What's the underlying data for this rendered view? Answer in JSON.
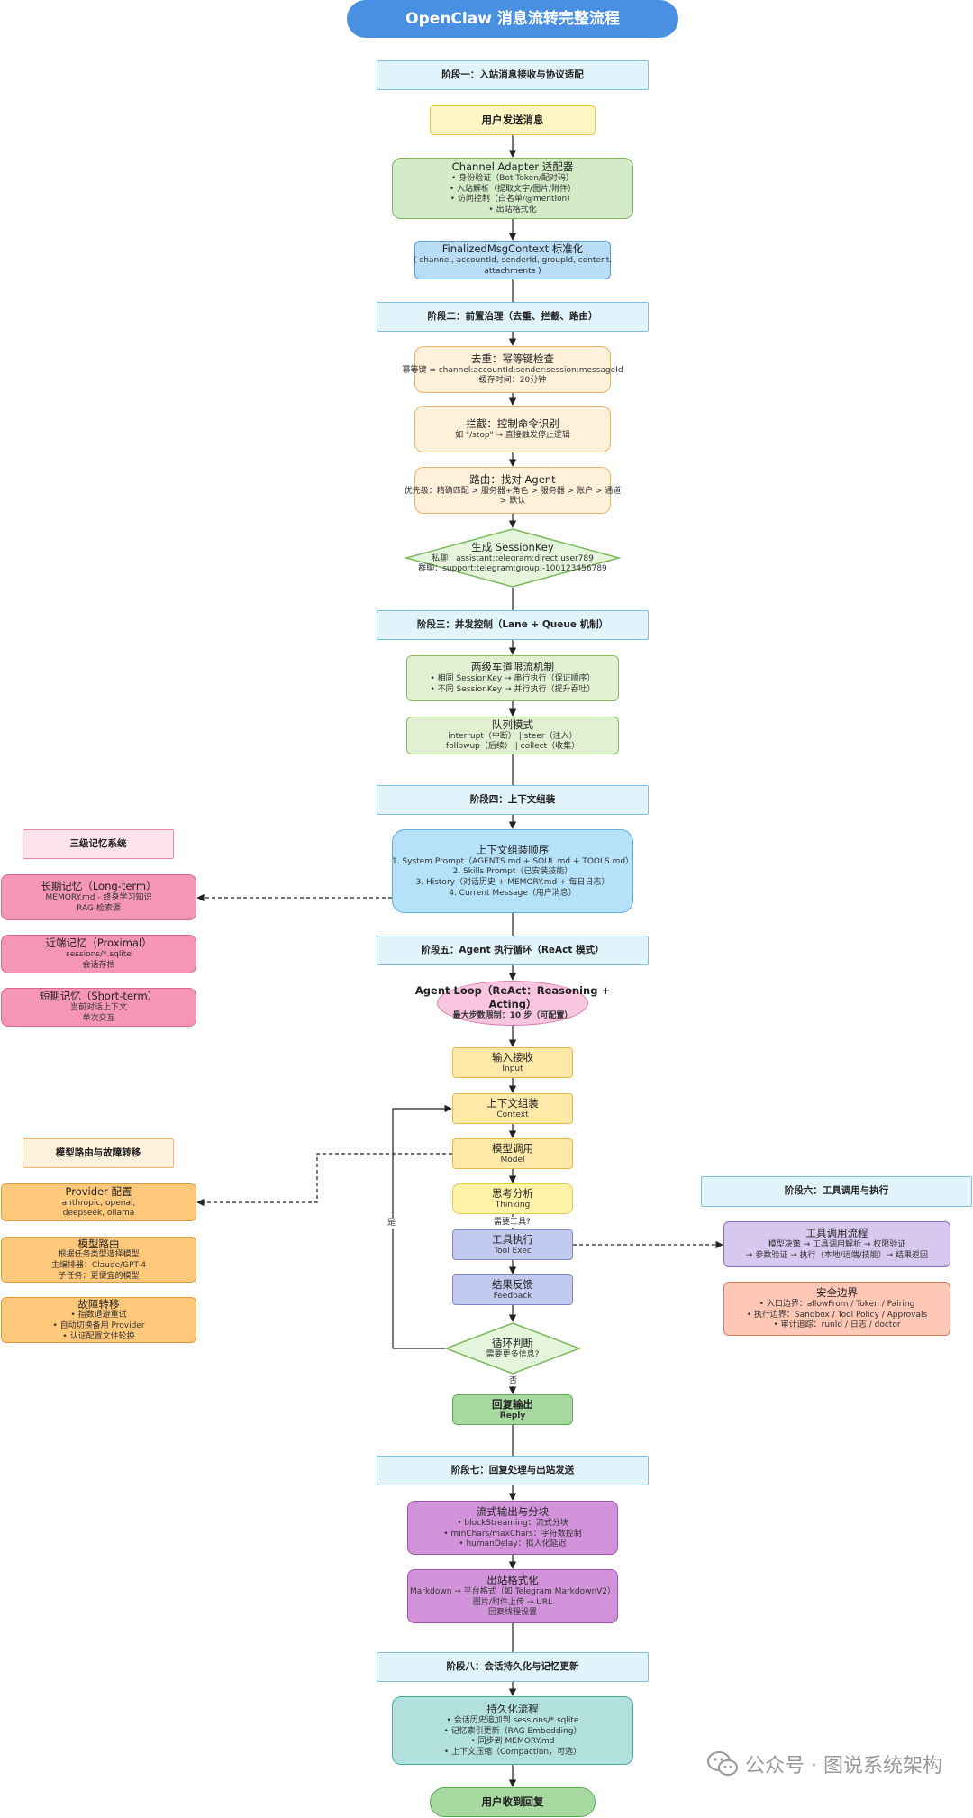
{
  "diagram": {
    "title": "OpenClaw 消息流转完整流程",
    "nodes": [
      {
        "id": "stage1",
        "style": "stage",
        "lines": [
          "阶段一：入站消息接收与协议适配"
        ]
      },
      {
        "id": "user-send",
        "style": "yellow",
        "lines": [
          "用户发送消息"
        ]
      },
      {
        "id": "channel-adapter",
        "style": "green",
        "lines": [
          "Channel Adapter 适配器",
          "• 身份验证（Bot Token/配对码）",
          "• 入站解析（提取文字/图片/附件）",
          "• 访问控制（白名单/@mention）",
          "• 出站格式化"
        ]
      },
      {
        "id": "finalized-ctx",
        "style": "blue",
        "lines": [
          "FinalizedMsgContext 标准化",
          "( channel, accountId, senderId, groupId, content,",
          "attachments )"
        ]
      },
      {
        "id": "stage2",
        "style": "stage",
        "lines": [
          "阶段二：前置治理（去重、拦截、路由）"
        ]
      },
      {
        "id": "dedupe",
        "style": "orange",
        "lines": [
          "去重：幂等键检查",
          "幂等键 = channel:accountId:sender:session:messageId",
          "缓存时间：20分钟"
        ]
      },
      {
        "id": "intercept",
        "style": "orange",
        "lines": [
          "拦截：控制命令识别",
          "如 \"/stop\" → 直接触发停止逻辑"
        ]
      },
      {
        "id": "route",
        "style": "orange",
        "lines": [
          "路由：找对 Agent",
          "优先级：精确匹配 > 服务器+角色 > 服务器 > 账户 > 通道",
          "> 默认"
        ]
      },
      {
        "id": "session-key",
        "style": "diamond",
        "lines": [
          "生成 SessionKey",
          "私聊：assistant:telegram:direct:user789",
          "群聊：support:telegram:group:-100123456789"
        ]
      },
      {
        "id": "stage3",
        "style": "stage",
        "lines": [
          "阶段三：并发控制（Lane + Queue 机制）"
        ]
      },
      {
        "id": "lane",
        "style": "green2",
        "lines": [
          "两级车道限流机制",
          "• 相同 SessionKey → 串行执行（保证顺序）",
          "• 不同 SessionKey → 并行执行（提升吞吐）"
        ]
      },
      {
        "id": "queue-mode",
        "style": "green2",
        "lines": [
          "队列模式",
          "interrupt（中断） | steer（注入）",
          "followup（后续） | collect（收集）"
        ]
      },
      {
        "id": "stage4",
        "style": "stage",
        "lines": [
          "阶段四：上下文组装"
        ]
      },
      {
        "id": "context-order",
        "style": "sky",
        "lines": [
          "上下文组装顺序",
          "1. System Prompt（AGENTS.md + SOUL.md + TOOLS.md）",
          "2. Skills Prompt（已安装技能）",
          "3. History（对话历史 + MEMORY.md + 每日日志）",
          "4. Current Message（用户消息）"
        ]
      },
      {
        "id": "memory-hdr",
        "style": "pinkhdr",
        "lines": [
          "三级记忆系统"
        ]
      },
      {
        "id": "mem-long",
        "style": "pink",
        "lines": [
          "长期记忆（Long-term）",
          "MEMORY.md - 终身学习知识",
          "RAG 检索源"
        ]
      },
      {
        "id": "mem-prox",
        "style": "pink",
        "lines": [
          "近端记忆（Proximal）",
          "sessions/*.sqlite",
          "会话存档"
        ]
      },
      {
        "id": "mem-short",
        "style": "pink",
        "lines": [
          "短期记忆（Short-term）",
          "当前对话上下文",
          "单次交互"
        ]
      },
      {
        "id": "stage5",
        "style": "stage",
        "lines": [
          "阶段五：Agent 执行循环（ReAct 模式）"
        ]
      },
      {
        "id": "agent-loop",
        "style": "ellipse",
        "lines": [
          "Agent Loop（ReAct：Reasoning +",
          "Acting）",
          "最大步数限制：10 步（可配置）"
        ]
      },
      {
        "id": "input",
        "style": "lyellow",
        "lines": [
          "输入接收",
          "Input"
        ]
      },
      {
        "id": "context",
        "style": "lyellow",
        "lines": [
          "上下文组装",
          "Context"
        ]
      },
      {
        "id": "model",
        "style": "lyellow",
        "lines": [
          "模型调用",
          "Model"
        ]
      },
      {
        "id": "thinking",
        "style": "yellow2",
        "lines": [
          "思考分析",
          "Thinking"
        ]
      },
      {
        "id": "tool-exec",
        "style": "lblue",
        "lines": [
          "工具执行",
          "Tool Exec"
        ]
      },
      {
        "id": "feedback",
        "style": "lblue",
        "lines": [
          "结果反馈",
          "Feedback"
        ]
      },
      {
        "id": "loop-check",
        "style": "diamond",
        "lines": [
          "循环判断",
          "需要更多信息?"
        ]
      },
      {
        "id": "reply",
        "style": "greenbtn",
        "lines": [
          "回复输出",
          "Reply"
        ]
      },
      {
        "id": "model-hdr",
        "style": "peachhdr",
        "lines": [
          "模型路由与故障转移"
        ]
      },
      {
        "id": "provider",
        "style": "orange2",
        "lines": [
          "Provider 配置",
          "anthropic, openai,",
          "deepseek, ollama"
        ]
      },
      {
        "id": "model-route",
        "style": "orange2",
        "lines": [
          "模型路由",
          "根据任务类型选择模型",
          "主编排器：Claude/GPT-4",
          "子任务：更便宜的模型"
        ]
      },
      {
        "id": "failover",
        "style": "orange2",
        "lines": [
          "故障转移",
          "• 指数退避重试",
          "• 自动切换备用 Provider",
          "• 认证配置文件轮换"
        ]
      },
      {
        "id": "stage6",
        "style": "stage",
        "lines": [
          "阶段六：工具调用与执行"
        ]
      },
      {
        "id": "tool-flow",
        "style": "purple",
        "lines": [
          "工具调用流程",
          "模型决策 → 工具调用解析 → 权限验证",
          "→ 参数验证 → 执行（本地/远端/技能）→ 结果返回"
        ]
      },
      {
        "id": "security",
        "style": "salmon",
        "lines": [
          "安全边界",
          "• 入口边界：allowFrom / Token / Pairing",
          "• 执行边界：Sandbox / Tool Policy / Approvals",
          "• 审计追踪：runId / 日志 / doctor"
        ]
      },
      {
        "id": "stage7",
        "style": "stage",
        "lines": [
          "阶段七：回复处理与出站发送"
        ]
      },
      {
        "id": "streaming",
        "style": "violet",
        "lines": [
          "流式输出与分块",
          "• blockStreaming：流式分块",
          "• minChars/maxChars：字符数控制",
          "• humanDelay：拟人化延迟"
        ]
      },
      {
        "id": "outbound",
        "style": "violet",
        "lines": [
          "出站格式化",
          "Markdown → 平台格式（如 Telegram MarkdownV2）",
          "图片/附件上传 → URL",
          "回复线程设置"
        ]
      },
      {
        "id": "stage8",
        "style": "stage",
        "lines": [
          "阶段八：会话持久化与记忆更新"
        ]
      },
      {
        "id": "persist",
        "style": "teal",
        "lines": [
          "持久化流程",
          "• 会话历史追加到 sessions/*.sqlite",
          "• 记忆索引更新（RAG Embedding）",
          "• 同步到 MEMORY.md",
          "• 上下文压缩（Compaction，可选）"
        ]
      },
      {
        "id": "user-receive",
        "style": "final",
        "lines": [
          "用户收到回复"
        ]
      }
    ],
    "edge_labels": {
      "need_tool": "需要工具?",
      "yes": "是",
      "no": "否"
    },
    "watermark": "公众号 · 图说系统架构"
  }
}
